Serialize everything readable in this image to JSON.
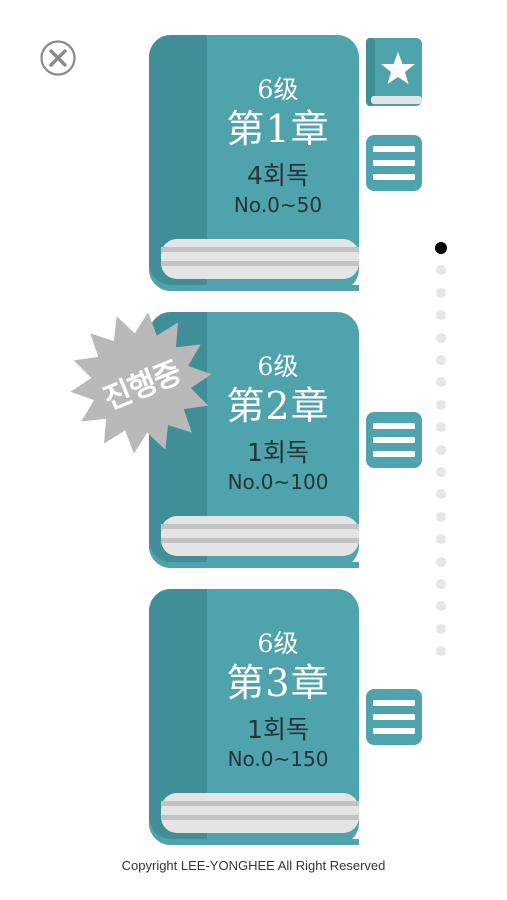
{
  "close_icon": "close-circle-icon",
  "colors": {
    "book_cover": "#4fa3ad",
    "book_spine": "#3f8e98",
    "book_pages": "#e3e3e3",
    "button_teal": "#4fa3ad",
    "burst_gray": "#b9b9b9",
    "dot_active": "#000000",
    "dot_inactive": "#e6e6e6"
  },
  "books": [
    {
      "level": "6级",
      "chapter": "第1章",
      "reads": "4회독",
      "range": "No.0~50"
    },
    {
      "level": "6级",
      "chapter": "第2章",
      "reads": "1회독",
      "range": "No.0~100"
    },
    {
      "level": "6级",
      "chapter": "第3章",
      "reads": "1회독",
      "range": "No.0~150"
    }
  ],
  "in_progress_badge": "진행중",
  "favorite_icon": "star-bookmark-icon",
  "menu_icon": "menu-icon",
  "page_indicator": {
    "total": 19,
    "current": 1
  },
  "copyright": "Copyright LEE-YONGHEE All Right Reserved"
}
